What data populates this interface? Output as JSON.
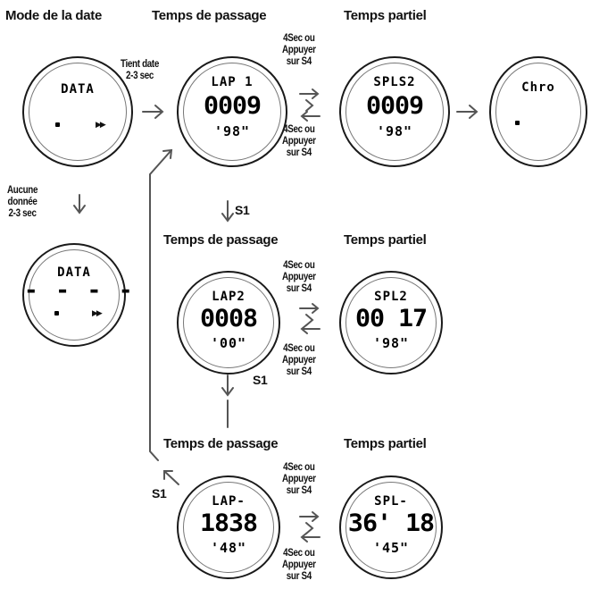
{
  "headers": {
    "mode_date": "Mode de la date",
    "temps_passage_1": "Temps de passage",
    "temps_partiel_1": "Temps partiel",
    "temps_passage_2": "Temps de passage",
    "temps_partiel_2": "Temps partiel",
    "temps_passage_3": "Temps de passage",
    "temps_partiel_3": "Temps partiel"
  },
  "notes": {
    "tient_date": [
      "Tient date",
      "2-3 sec"
    ],
    "aucune_donnee": [
      "Aucune",
      "donnée",
      "2-3 sec"
    ],
    "sec_appuyer": [
      "4Sec ou",
      "Appuyer",
      "sur S4"
    ],
    "s1": "S1"
  },
  "watches": {
    "data_main": {
      "top": "DATA"
    },
    "data_empty": {
      "top": "DATA",
      "mid": "- - - -"
    },
    "lap1": {
      "top": "LAP 1",
      "mid": "0009",
      "bot": "'98\""
    },
    "spl1": {
      "top": "SPLS2",
      "mid": "0009",
      "bot": "'98\""
    },
    "chro": {
      "top": "Chro"
    },
    "lap2": {
      "top": "LAP2",
      "mid": "0008",
      "bot": "'00\""
    },
    "spl2": {
      "top": "SPL2",
      "mid": "00 17",
      "bot": "'98\""
    },
    "lap3": {
      "top": "LAP-",
      "mid": "1838",
      "bot": "'48\""
    },
    "spl3": {
      "top": "SPL-",
      "mid": "36' 18",
      "bot": "'45\""
    }
  }
}
